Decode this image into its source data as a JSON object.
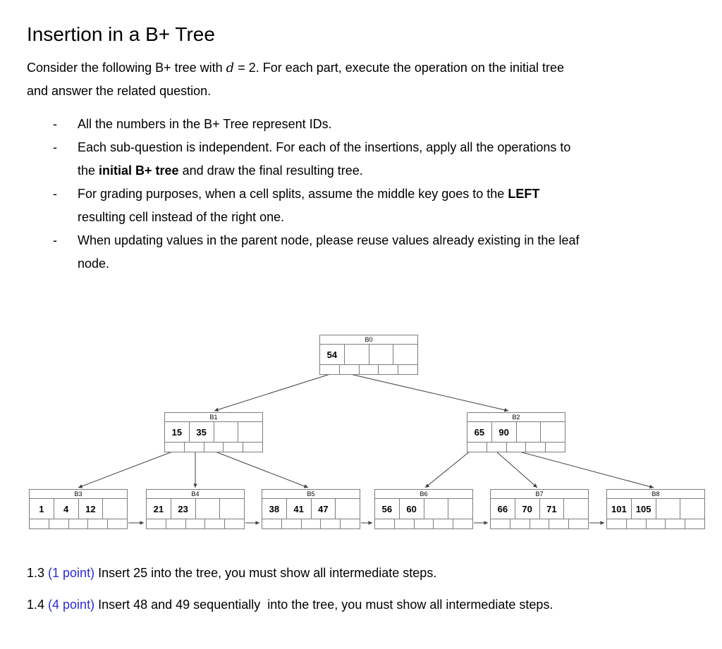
{
  "page": {
    "title": "Insertion in a B+ Tree",
    "intro_lines": [
      [
        {
          "t": "Consider the following B+ tree with "
        },
        {
          "t": "d",
          "math": true
        },
        {
          "t": " = 2. For each part, execute the operation on the initial tree"
        }
      ],
      [
        {
          "t": "and answer the related question."
        }
      ]
    ],
    "bullet_marker": "-",
    "bullets": [
      {
        "lines": [
          [
            {
              "t": "All the numbers in the B+ Tree represent IDs."
            }
          ]
        ]
      },
      {
        "lines": [
          [
            {
              "t": "Each sub-question is independent. For each of the insertions, apply all the operations to"
            }
          ],
          [
            {
              "t": "the "
            },
            {
              "t": "initial B+ tree",
              "bold": true
            },
            {
              "t": " and draw the final resulting tree."
            }
          ]
        ]
      },
      {
        "lines": [
          [
            {
              "t": "For grading purposes, when a cell splits, assume the middle key goes to the "
            },
            {
              "t": "LEFT",
              "bold": true
            }
          ],
          [
            {
              "t": "resulting cell instead of the right one."
            }
          ]
        ]
      },
      {
        "lines": [
          [
            {
              "t": "When updating values in the parent node, please reuse values already existing in the leaf"
            }
          ],
          [
            {
              "t": "node."
            }
          ]
        ]
      }
    ],
    "questions": [
      {
        "lines": [
          [
            {
              "t": "1.3 "
            },
            {
              "t": "(1 point)",
              "blue": true
            },
            {
              "t": " Insert 25 into the tree, you must show all intermediate steps."
            }
          ]
        ]
      },
      {
        "lines": [
          [
            {
              "t": "1.4 "
            },
            {
              "t": "(4 point)",
              "blue": true
            },
            {
              "t": " Insert 48 and 49 sequentially  into the tree, you must show all intermediate steps."
            }
          ]
        ]
      }
    ]
  },
  "colors": {
    "points_blue": "#2b2bd7",
    "node_border": "#7d7d7d",
    "arrow": "#404040",
    "text": "#000000",
    "background": "#ffffff"
  },
  "tree": {
    "order_d": "2",
    "key_slots_per_node": 4,
    "pointer_slots_per_node": 5,
    "nodes": {
      "B0": {
        "label": "B0",
        "keys": [
          "54"
        ]
      },
      "B1": {
        "label": "B1",
        "keys": [
          "15",
          "35"
        ]
      },
      "B2": {
        "label": "B2",
        "keys": [
          "65",
          "90"
        ]
      },
      "B3": {
        "label": "B3",
        "keys": [
          "1",
          "4",
          "12"
        ]
      },
      "B4": {
        "label": "B4",
        "keys": [
          "21",
          "23"
        ]
      },
      "B5": {
        "label": "B5",
        "keys": [
          "38",
          "41",
          "47"
        ]
      },
      "B6": {
        "label": "B6",
        "keys": [
          "56",
          "60"
        ]
      },
      "B7": {
        "label": "B7",
        "keys": [
          "66",
          "70",
          "71"
        ]
      },
      "B8": {
        "label": "B8",
        "keys": [
          "101",
          "105"
        ]
      }
    },
    "edges": [
      {
        "from": "B0",
        "to": "B1"
      },
      {
        "from": "B0",
        "to": "B2"
      },
      {
        "from": "B1",
        "to": "B3"
      },
      {
        "from": "B1",
        "to": "B4"
      },
      {
        "from": "B1",
        "to": "B5"
      },
      {
        "from": "B2",
        "to": "B6"
      },
      {
        "from": "B2",
        "to": "B7"
      },
      {
        "from": "B2",
        "to": "B8"
      }
    ],
    "leaf_links": [
      {
        "from": "B3",
        "to": "B4"
      },
      {
        "from": "B4",
        "to": "B5"
      },
      {
        "from": "B5",
        "to": "B6"
      },
      {
        "from": "B6",
        "to": "B7"
      },
      {
        "from": "B7",
        "to": "B8"
      }
    ]
  }
}
